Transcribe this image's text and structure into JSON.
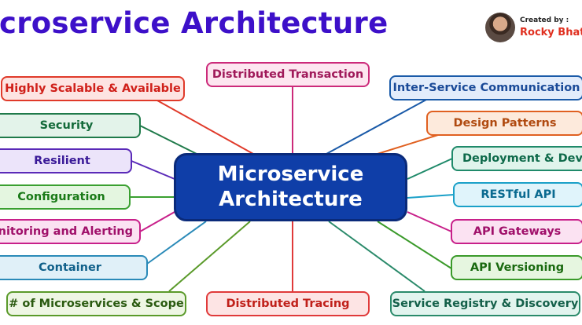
{
  "title": "icroservice Architecture",
  "author": {
    "created_by": "Created by :",
    "name": "Rocky Bhati"
  },
  "center": {
    "label": "Microservice\nArchitecture",
    "fill": "#0f3ea8"
  },
  "nodes": [
    {
      "id": "distributed-transaction",
      "label": "Distributed Transaction",
      "border": "#cc2a7a",
      "bg": "#fde6f0",
      "text": "#a01a5a"
    },
    {
      "id": "highly-scalable",
      "label": "Highly Scalable & Available",
      "border": "#e03a2a",
      "bg": "#fde4e2",
      "text": "#d0201a"
    },
    {
      "id": "inter-service-communication",
      "label": "Inter-Service Communication",
      "border": "#1a5aa8",
      "bg": "#e2ecfb",
      "text": "#1a4a98"
    },
    {
      "id": "security",
      "label": "Security",
      "border": "#1f7a4a",
      "bg": "#e3f3ea",
      "text": "#136a3a"
    },
    {
      "id": "design-patterns",
      "label": "Design Patterns",
      "border": "#e06020",
      "bg": "#fdeadc",
      "text": "#b04a10"
    },
    {
      "id": "resilient",
      "label": "Resilient",
      "border": "#5a2ab8",
      "bg": "#ece4fa",
      "text": "#3a1a98"
    },
    {
      "id": "deployment-devops",
      "label": "Deployment & DevOps",
      "border": "#1f8a6a",
      "bg": "#e0f4ec",
      "text": "#0e6a4a"
    },
    {
      "id": "configuration",
      "label": "Configuration",
      "border": "#3aa030",
      "bg": "#e4f6e0",
      "text": "#1a7a18"
    },
    {
      "id": "restful-api",
      "label": "RESTful API",
      "border": "#1aa0c8",
      "bg": "#e0f4fb",
      "text": "#0a6a90"
    },
    {
      "id": "monitoring-alerting",
      "label": "Monitoring and Alerting",
      "border": "#c8208a",
      "bg": "#fbe2f2",
      "text": "#a0106a"
    },
    {
      "id": "api-gateways",
      "label": "API Gateways",
      "border": "#c8208a",
      "bg": "#fbe2f2",
      "text": "#a0106a"
    },
    {
      "id": "container",
      "label": "Container",
      "border": "#2a8ab8",
      "bg": "#e0f0f8",
      "text": "#10608a"
    },
    {
      "id": "api-versioning",
      "label": "API Versioning",
      "border": "#3a9a2a",
      "bg": "#e6f6e0",
      "text": "#1a6a10"
    },
    {
      "id": "microservices-scope",
      "label": "# of Microservices & Scope",
      "border": "#5a9a2a",
      "bg": "#eef6e4",
      "text": "#2a5a10"
    },
    {
      "id": "distributed-tracing",
      "label": "Distributed Tracing",
      "border": "#e03a3a",
      "bg": "#fde4e4",
      "text": "#c0201a"
    },
    {
      "id": "service-registry",
      "label": "Service Registry & Discovery",
      "border": "#2a8a6a",
      "bg": "#e2f4ee",
      "text": "#14604a"
    }
  ]
}
